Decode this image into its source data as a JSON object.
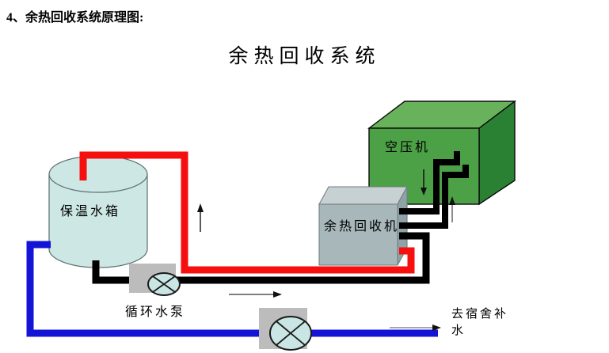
{
  "header": {
    "heading": "4、余热回收系统原理图:"
  },
  "title": {
    "text": "余热回收系统"
  },
  "diagram": {
    "labels": {
      "tank": "保温水箱",
      "compressor": "空压机",
      "recovery_unit": "余热回收机",
      "circulation_pump": "循环水泵",
      "outlet_line1": "去宿舍补",
      "outlet_line2": "水"
    },
    "colors": {
      "hot_water_pipe": "#f50f0f",
      "cold_water_pipe": "#1414d6",
      "black_pipe": "#000000",
      "tank_fill": "#cde7e4",
      "compressor_front": "#4ca046",
      "compressor_top": "#68b25b",
      "compressor_side": "#2b8133",
      "recovery_front": "#a7b7ba",
      "recovery_top": "#c7d1d3",
      "recovery_side": "#8fa2a6",
      "pump_pad": "#bcbcbc",
      "pump_fill": "#c9e6e4"
    }
  }
}
